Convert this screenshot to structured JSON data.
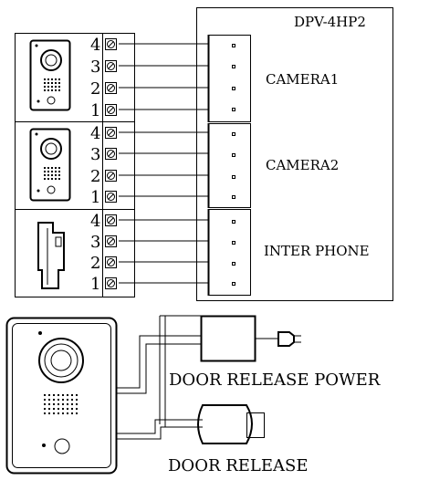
{
  "unit": {
    "title": "DPV-4HP2",
    "connectors": [
      {
        "label": "CAMERA1"
      },
      {
        "label": "CAMERA2"
      },
      {
        "label": "INTER PHONE"
      }
    ]
  },
  "terminal_numbers": [
    "4",
    "3",
    "2",
    "1"
  ],
  "power_label": "DOOR RELEASE POWER",
  "release_label": "DOOR RELEASE",
  "colors": {
    "line": "#000000",
    "background": "#ffffff"
  },
  "icons": [
    "camera-icon",
    "handset-icon",
    "terminal-screw-icon",
    "plug-icon",
    "door-station-icon",
    "power-adapter-icon",
    "door-release-icon"
  ]
}
